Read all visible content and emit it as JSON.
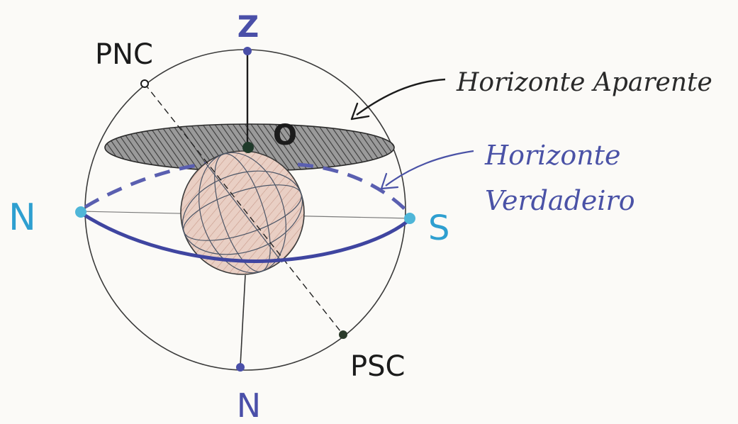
{
  "labels": {
    "zenith": "Z",
    "nadir": "N",
    "north": "N",
    "south": "S",
    "observer": "O",
    "north_celestial_pole": "PNC",
    "south_celestial_pole": "PSC",
    "apparent_horizon": "Horizonte Aparente",
    "true_horizon_line1": "Horizonte",
    "true_horizon_line2": "Verdadeiro"
  },
  "colors": {
    "cardinal_blue": "#2e9fd0",
    "zenith_nadir_indigo": "#4a4fa8",
    "true_horizon_blue": "#4a52a6",
    "earth_fill": "#e8c9bd",
    "ink": "#1b1b1b"
  }
}
